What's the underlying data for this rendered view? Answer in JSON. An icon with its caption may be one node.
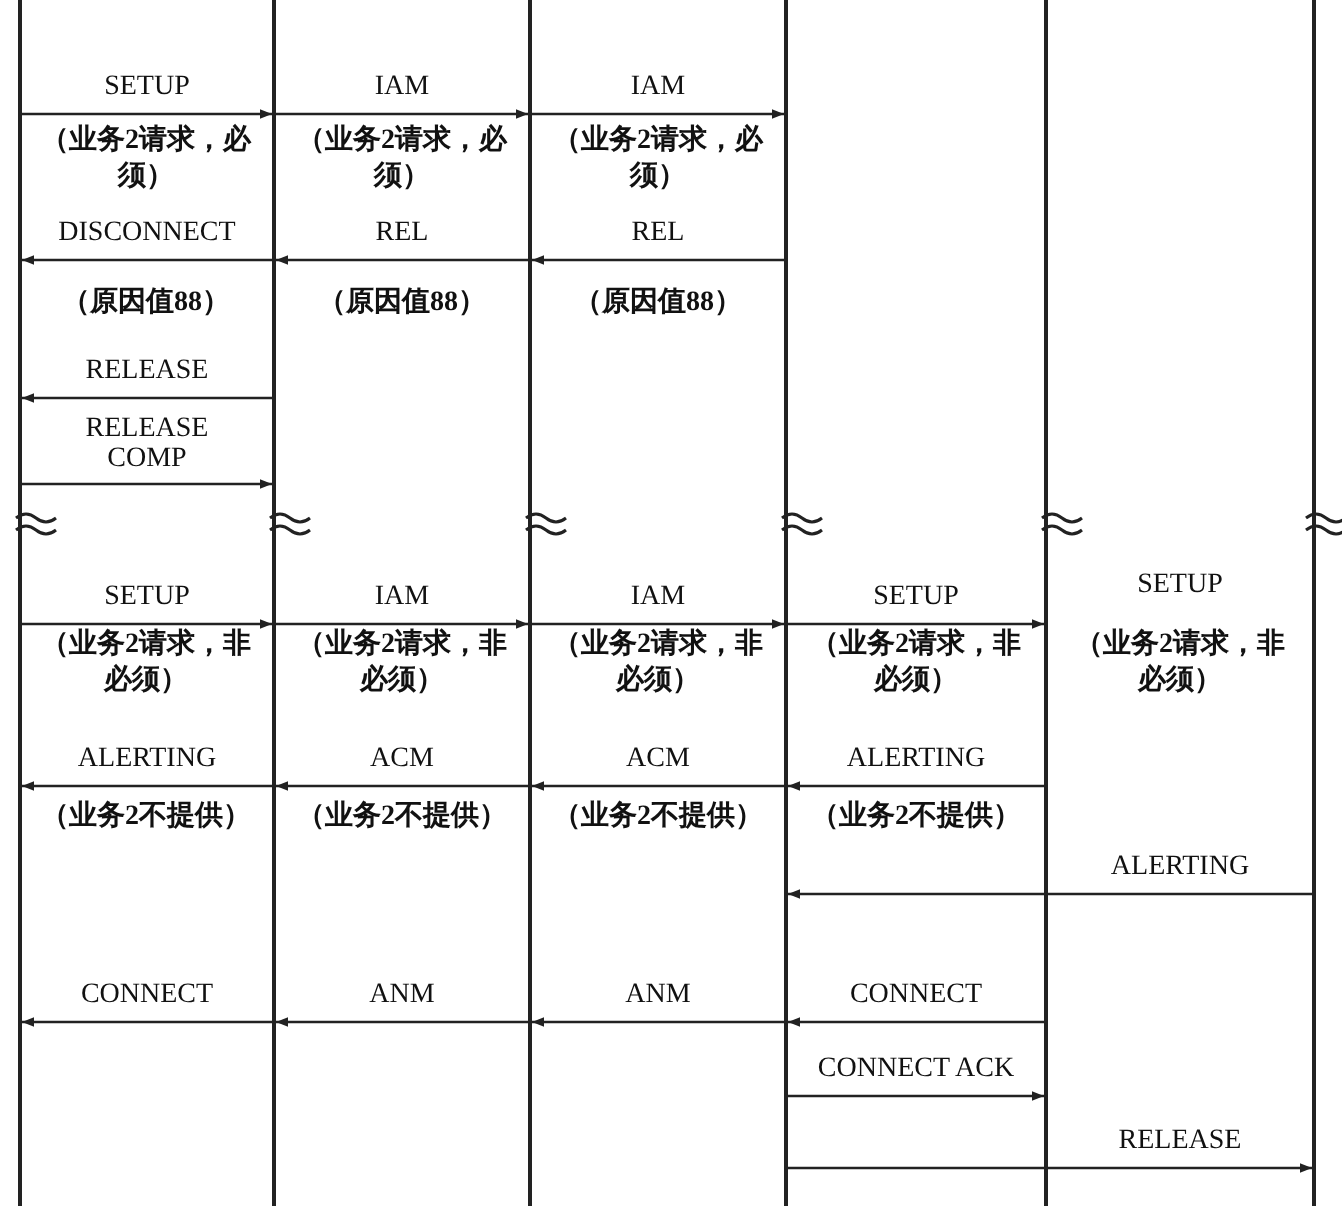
{
  "diagram": {
    "nodes": [
      {
        "text": [],
        "shape": "bar"
      },
      {
        "text": [],
        "shape": "bar"
      },
      {
        "text": [],
        "shape": "bar"
      },
      {
        "text": [],
        "shape": "bar"
      },
      {
        "text": [],
        "shape": "bar"
      },
      {
        "text": [],
        "shape": "bar"
      }
    ],
    "edges": [
      {
        "from": 0,
        "to": 1,
        "arrow": "to",
        "label": "SETUP"
      },
      {
        "from": 1,
        "to": 2,
        "arrow": "to",
        "label": "IAM"
      },
      {
        "from": 2,
        "to": 3,
        "arrow": "to",
        "label": "IAM"
      },
      {
        "from": 1,
        "to": 0,
        "arrow": "to",
        "label": "DISCONNECT"
      },
      {
        "from": 2,
        "to": 1,
        "arrow": "to",
        "label": "REL"
      },
      {
        "from": 3,
        "to": 2,
        "arrow": "to",
        "label": "REL"
      },
      {
        "from": 1,
        "to": 0,
        "arrow": "to",
        "label": "RELEASE"
      },
      {
        "from": 0,
        "to": 1,
        "arrow": "to",
        "label": "RELEASE COMP"
      },
      {
        "from": 0,
        "to": 1,
        "arrow": "to",
        "label": "SETUP"
      },
      {
        "from": 1,
        "to": 2,
        "arrow": "to",
        "label": "IAM"
      },
      {
        "from": 2,
        "to": 3,
        "arrow": "to",
        "label": "IAM"
      },
      {
        "from": 3,
        "to": 4,
        "arrow": "to",
        "label": "SETUP"
      },
      {
        "from": 1,
        "to": 0,
        "arrow": "to",
        "label": "ALERTING"
      },
      {
        "from": 2,
        "to": 1,
        "arrow": "to",
        "label": "ACM"
      },
      {
        "from": 3,
        "to": 2,
        "arrow": "to",
        "label": "ACM"
      },
      {
        "from": 4,
        "to": 3,
        "arrow": "to",
        "label": "ALERTING"
      },
      {
        "from": 5,
        "to": 3,
        "arrow": "to",
        "label": "ALERTING"
      },
      {
        "from": 1,
        "to": 0,
        "arrow": "to",
        "label": "CONNECT"
      },
      {
        "from": 2,
        "to": 1,
        "arrow": "to",
        "label": "ANM"
      },
      {
        "from": 3,
        "to": 2,
        "arrow": "to",
        "label": "ANM"
      },
      {
        "from": 4,
        "to": 3,
        "arrow": "to",
        "label": "CONNECT"
      },
      {
        "from": 3,
        "to": 4,
        "arrow": "to",
        "label": "CONNECT ACK"
      },
      {
        "from": 3,
        "to": 5,
        "arrow": "to",
        "label": "RELEASE"
      }
    ],
    "labels": [
      "（业务2请求，必须）",
      "（业务2请求，必须）",
      "（业务2请求，必须）",
      "（原因值88）",
      "（原因值88）",
      "（原因值88）",
      "SETUP",
      "（业务2请求，非必须）",
      "（业务2请求，非必须）",
      "（业务2请求，非必须）",
      "（业务2请求，非必须）",
      "（业务2请求，非必须）",
      "（业务2不提供）",
      "（业务2不提供）",
      "（业务2不提供）",
      "（业务2不提供）"
    ]
  }
}
